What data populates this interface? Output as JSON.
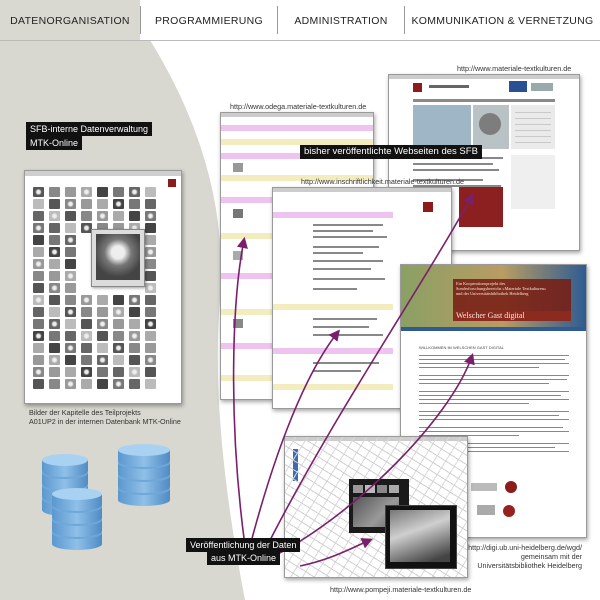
{
  "nav": {
    "items": [
      "DATENORGANISATION",
      "PROGRAMMIERUNG",
      "ADMINISTRATION",
      "KOMMUNIKATION & VERNETZUNG"
    ],
    "active_index": 0
  },
  "labels": {
    "internal_db": [
      "SFB-interne Datenverwaltung",
      "MTK-Online"
    ],
    "published_sites": "bisher veröffentlichte Webseiten des SFB",
    "publication": [
      "Veröffentlichung der Daten",
      "aus MTK-Online"
    ]
  },
  "urls": {
    "materiale": "http://www.materiale-textkulturen.de",
    "odega": "http://www.odega.materiale-textkulturen.de",
    "inschriftlichkeit": "http://www.inschriftlichkeit.materiale-textkulturen.de",
    "pompeji": "http://www.pompeji.materiale-textkulturen.de"
  },
  "captions": {
    "kapitelle": [
      "Bilder der Kapitelle des Teilprojekts",
      "A01UP2 in der internen Datenbank MTK-Online"
    ],
    "wgd": [
      "http://digi.ub.uni-heidelberg.de/wgd/",
      "gemeinsam mit der",
      "Universitätsbibliothek Heidelberg"
    ]
  },
  "wgd_banner": {
    "text_lines": [
      "Ein Kooperationsprojekt des",
      "Sonderforschungsbereichs »Materiale Textkulturen«",
      "und der Universitätsbibliothek Heidelberg"
    ],
    "title": "Welscher Gast digital",
    "heading": "WILLKOMMEN IM WELSCHEN GAST DIGITAL"
  },
  "colors": {
    "nav_active_bg": "#d9d9d2",
    "swoosh": "#d8d8d0",
    "arrow": "#7a1f6b",
    "cylinder": "#6fa8d8",
    "highlight_pink": "#efc3ef",
    "highlight_yellow": "#f3ecbf"
  },
  "icons": [
    "database-cylinder-icon",
    "publication-arrow-icon"
  ]
}
